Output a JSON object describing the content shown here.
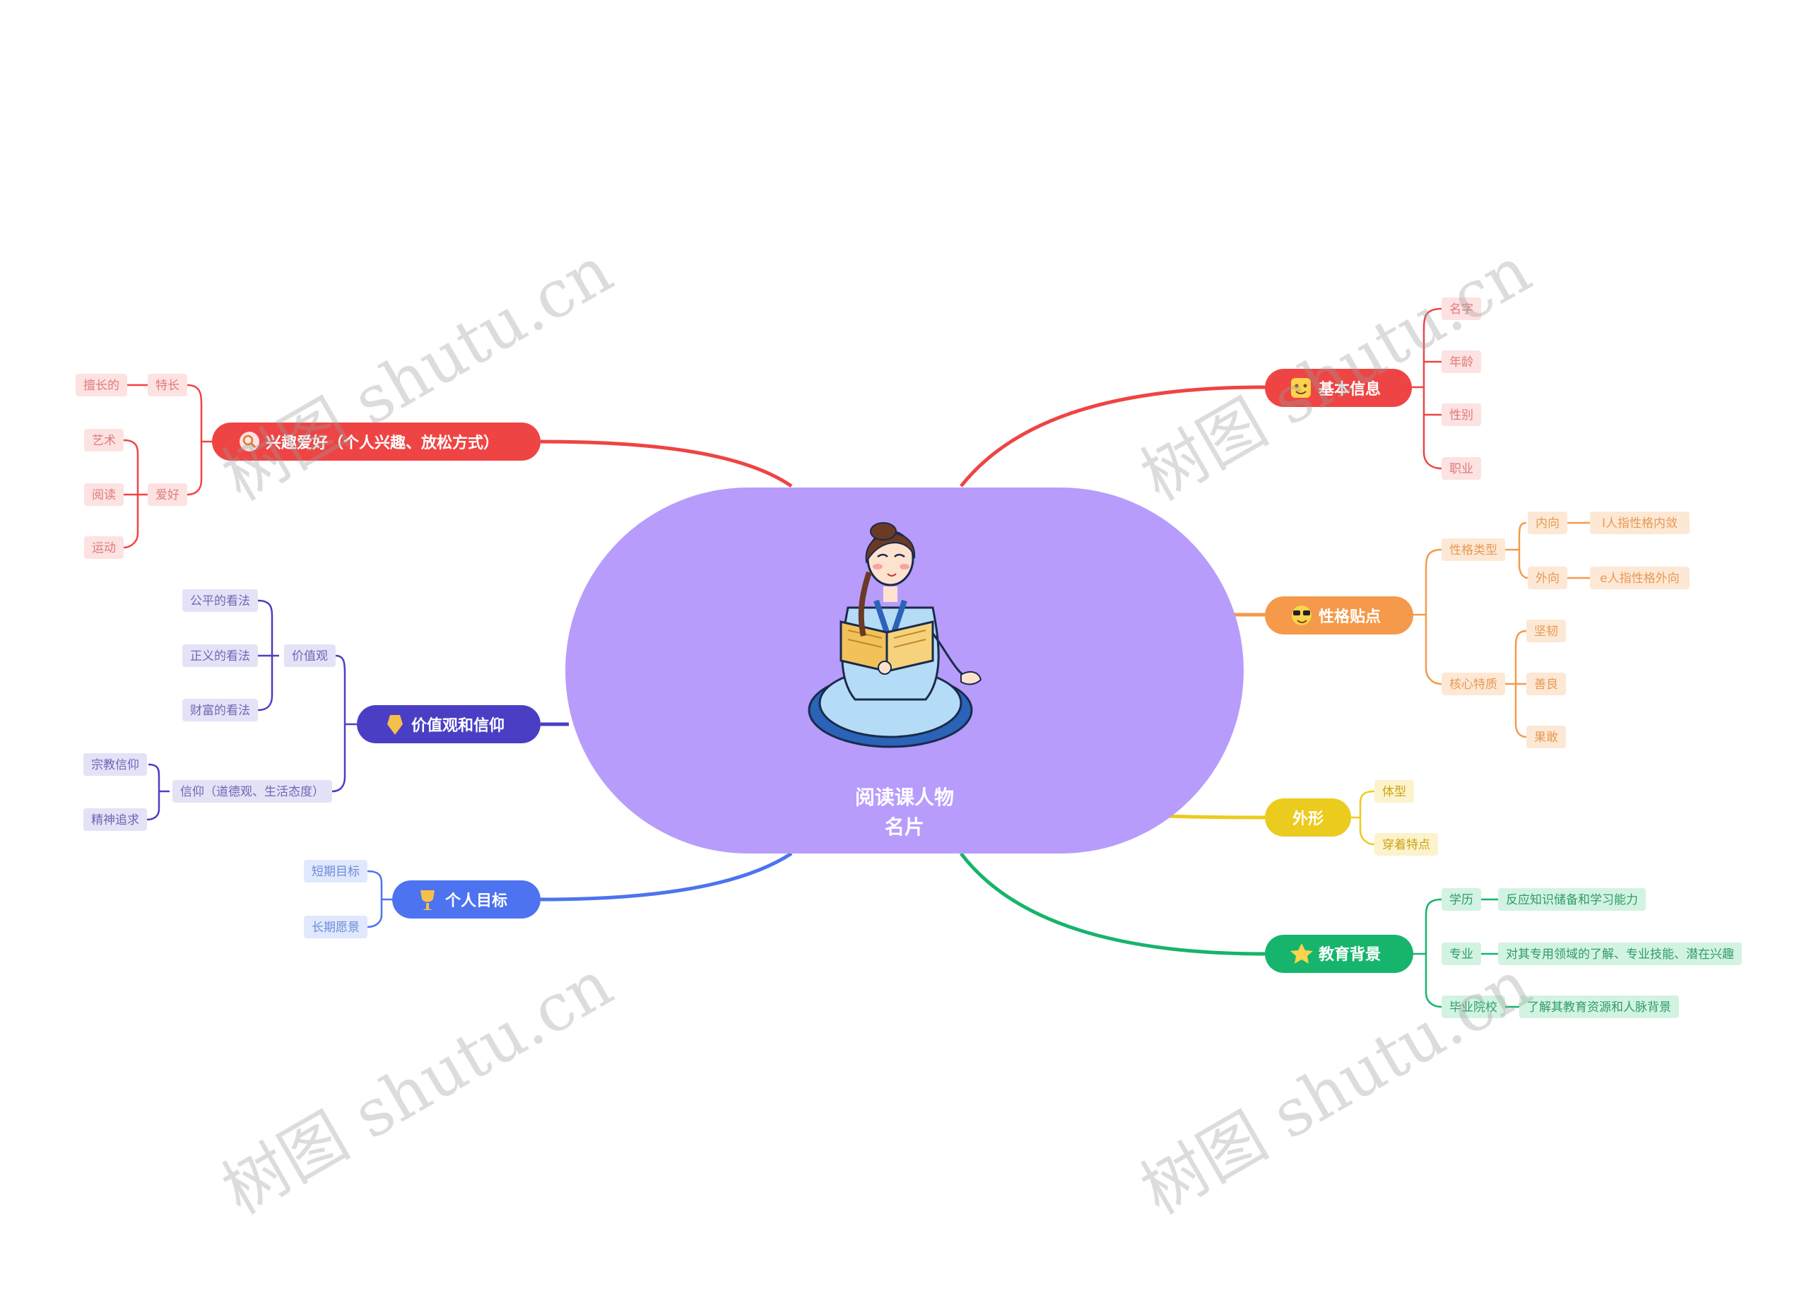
{
  "center": {
    "line1": "阅读课人物",
    "line2": "名片",
    "color": "#b79cfc",
    "illustration": "reading-girl-illustration"
  },
  "watermark": "树图 shutu.cn",
  "branches": {
    "basic": {
      "label": "基本信息",
      "icon": "smile-face-icon",
      "color": "#ef4444",
      "leaf_bg": "#fde2e2",
      "leaf_color": "#e07a7a",
      "items": [
        "名字",
        "年龄",
        "性别",
        "职业"
      ]
    },
    "personality": {
      "label": "性格贴点",
      "icon": "sunglasses-face-icon",
      "color": "#f49a4a",
      "leaf_bg": "#fde8d5",
      "leaf_color": "#e69a55",
      "groups": [
        {
          "label": "性格类型",
          "items": [
            {
              "label": "内向",
              "note": "I人指性格内敛"
            },
            {
              "label": "外向",
              "note": "e人指性格外向"
            }
          ]
        },
        {
          "label": "核心特质",
          "items": [
            {
              "label": "坚韧"
            },
            {
              "label": "善良"
            },
            {
              "label": "果敢"
            }
          ]
        }
      ]
    },
    "appearance": {
      "label": "外形",
      "color": "#eccb1f",
      "leaf_bg": "#fcf3cc",
      "leaf_color": "#c9a415",
      "items": [
        "体型",
        "穿着特点"
      ]
    },
    "education": {
      "label": "教育背景",
      "icon": "star-icon",
      "color": "#16b46c",
      "leaf_bg": "#d3f3e2",
      "leaf_color": "#2f9c6a",
      "items": [
        {
          "label": "学历",
          "note": "反应知识储备和学习能力"
        },
        {
          "label": "专业",
          "note": "对其专用领域的了解、专业技能、潜在兴趣"
        },
        {
          "label": "毕业院校",
          "note": "了解其教育资源和人脉背景"
        }
      ]
    },
    "hobby": {
      "label": "兴趣爱好（个人兴趣、放松方式）",
      "icon": "magnifier-icon",
      "color": "#ef4444",
      "leaf_bg": "#fde2e2",
      "leaf_color": "#e07a7a",
      "groups": [
        {
          "label": "特长",
          "items": [
            "擅长的"
          ]
        },
        {
          "label": "爱好",
          "items": [
            "艺术",
            "阅读",
            "运动"
          ]
        }
      ]
    },
    "values": {
      "label": "价值观和信仰",
      "icon": "badge-icon",
      "color": "#4a3fc4",
      "leaf_bg": "#e4e2f6",
      "leaf_color": "#6d67b6",
      "groups": [
        {
          "label": "价值观",
          "items": [
            "公平的看法",
            "正义的看法",
            "财富的看法"
          ]
        },
        {
          "label": "信仰（道德观、生活态度）",
          "items": [
            "宗教信仰",
            "精神追求"
          ]
        }
      ]
    },
    "goals": {
      "label": "个人目标",
      "icon": "trophy-icon",
      "color": "#4d73f0",
      "leaf_bg": "#e0e8fd",
      "leaf_color": "#6f8ad8",
      "items": [
        "短期目标",
        "长期愿景"
      ]
    }
  }
}
